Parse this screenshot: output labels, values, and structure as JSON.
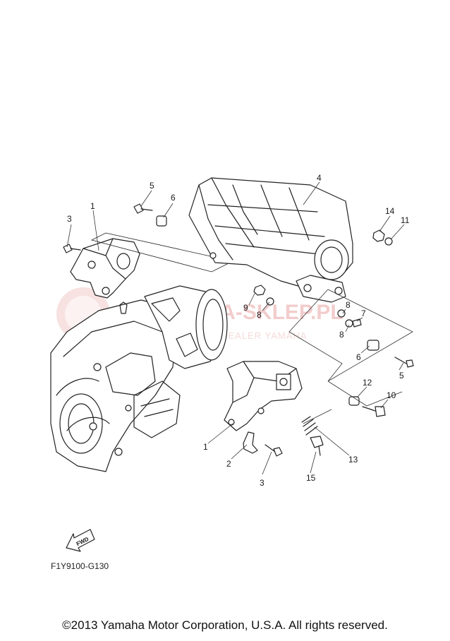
{
  "diagram": {
    "code": "F1Y9100-G130",
    "fwd_label": "FWD",
    "copyright": "©2013 Yamaha Motor Corporation, U.S.A. All rights reserved.",
    "watermark": {
      "main": "YAMAHA-SKLEP.PL",
      "sub": "MANIKOWICZ | DEALER YAMAHA"
    },
    "callouts": [
      "1",
      "2",
      "3",
      "4",
      "5",
      "6",
      "7",
      "8",
      "9",
      "10",
      "11",
      "12",
      "13",
      "14",
      "15"
    ]
  }
}
